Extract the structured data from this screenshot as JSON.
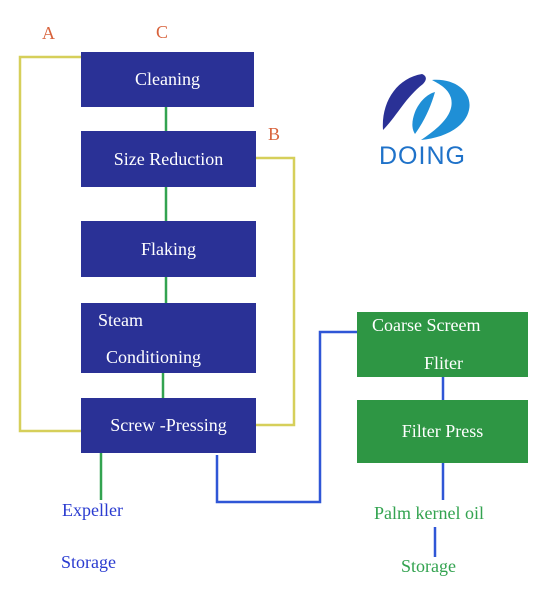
{
  "markers": {
    "a": "A",
    "b": "B",
    "c": "C"
  },
  "process": {
    "cleaning": "Cleaning",
    "size_reduction": "Size Reduction",
    "flaking": "Flaking",
    "steam_line1": "Steam",
    "steam_line2": "Conditioning",
    "screw_pressing": "Screw -Pressing"
  },
  "filtering": {
    "coarse_line1": "Coarse Screem",
    "coarse_line2": "Fliter",
    "filter_press": "Filter Press"
  },
  "outputs": {
    "expeller": "Expeller",
    "expeller_storage": "Storage",
    "palm_kernel_oil": "Palm kernel oil",
    "oil_storage": "Storage"
  },
  "logo": {
    "text": "DOING"
  },
  "colors": {
    "process_box": "#2a3196",
    "filter_box": "#2e9644",
    "loop_line": "#d6cf5a",
    "blue_line": "#2f56d6",
    "green_line": "#33a350",
    "marker_text": "#d8623b"
  }
}
